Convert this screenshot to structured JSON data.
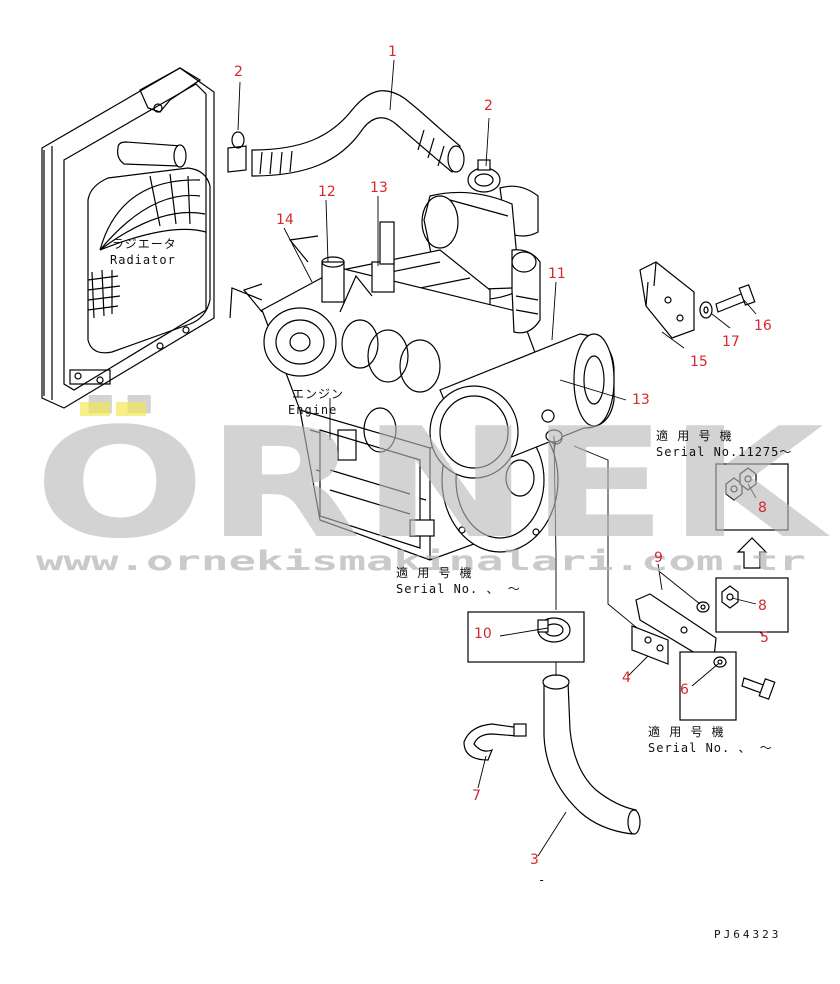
{
  "part_numbers": [
    "1",
    "2",
    "2",
    "3",
    "4",
    "5",
    "6",
    "7",
    "8",
    "8",
    "9",
    "10",
    "11",
    "12",
    "13",
    "13",
    "14",
    "15",
    "16",
    "17"
  ],
  "labels": {
    "radiator_jp": "ラジエータ",
    "radiator_en": "Radiator",
    "engine_jp": "エンジン",
    "engine_en": "Engine",
    "applicable_jp": "適 用 号 機",
    "serial_11275": "Serial No.11275～",
    "serial_blank": "Serial No.  、 ～",
    "drawing_code": "PJ64323"
  },
  "watermark": {
    "brand": "ÖRNEK",
    "url": "www.ornekismakinalari.com.tr",
    "accent_color": "#f2e64a"
  },
  "colors": {
    "callout": "#d8262c",
    "line": "#000000"
  }
}
